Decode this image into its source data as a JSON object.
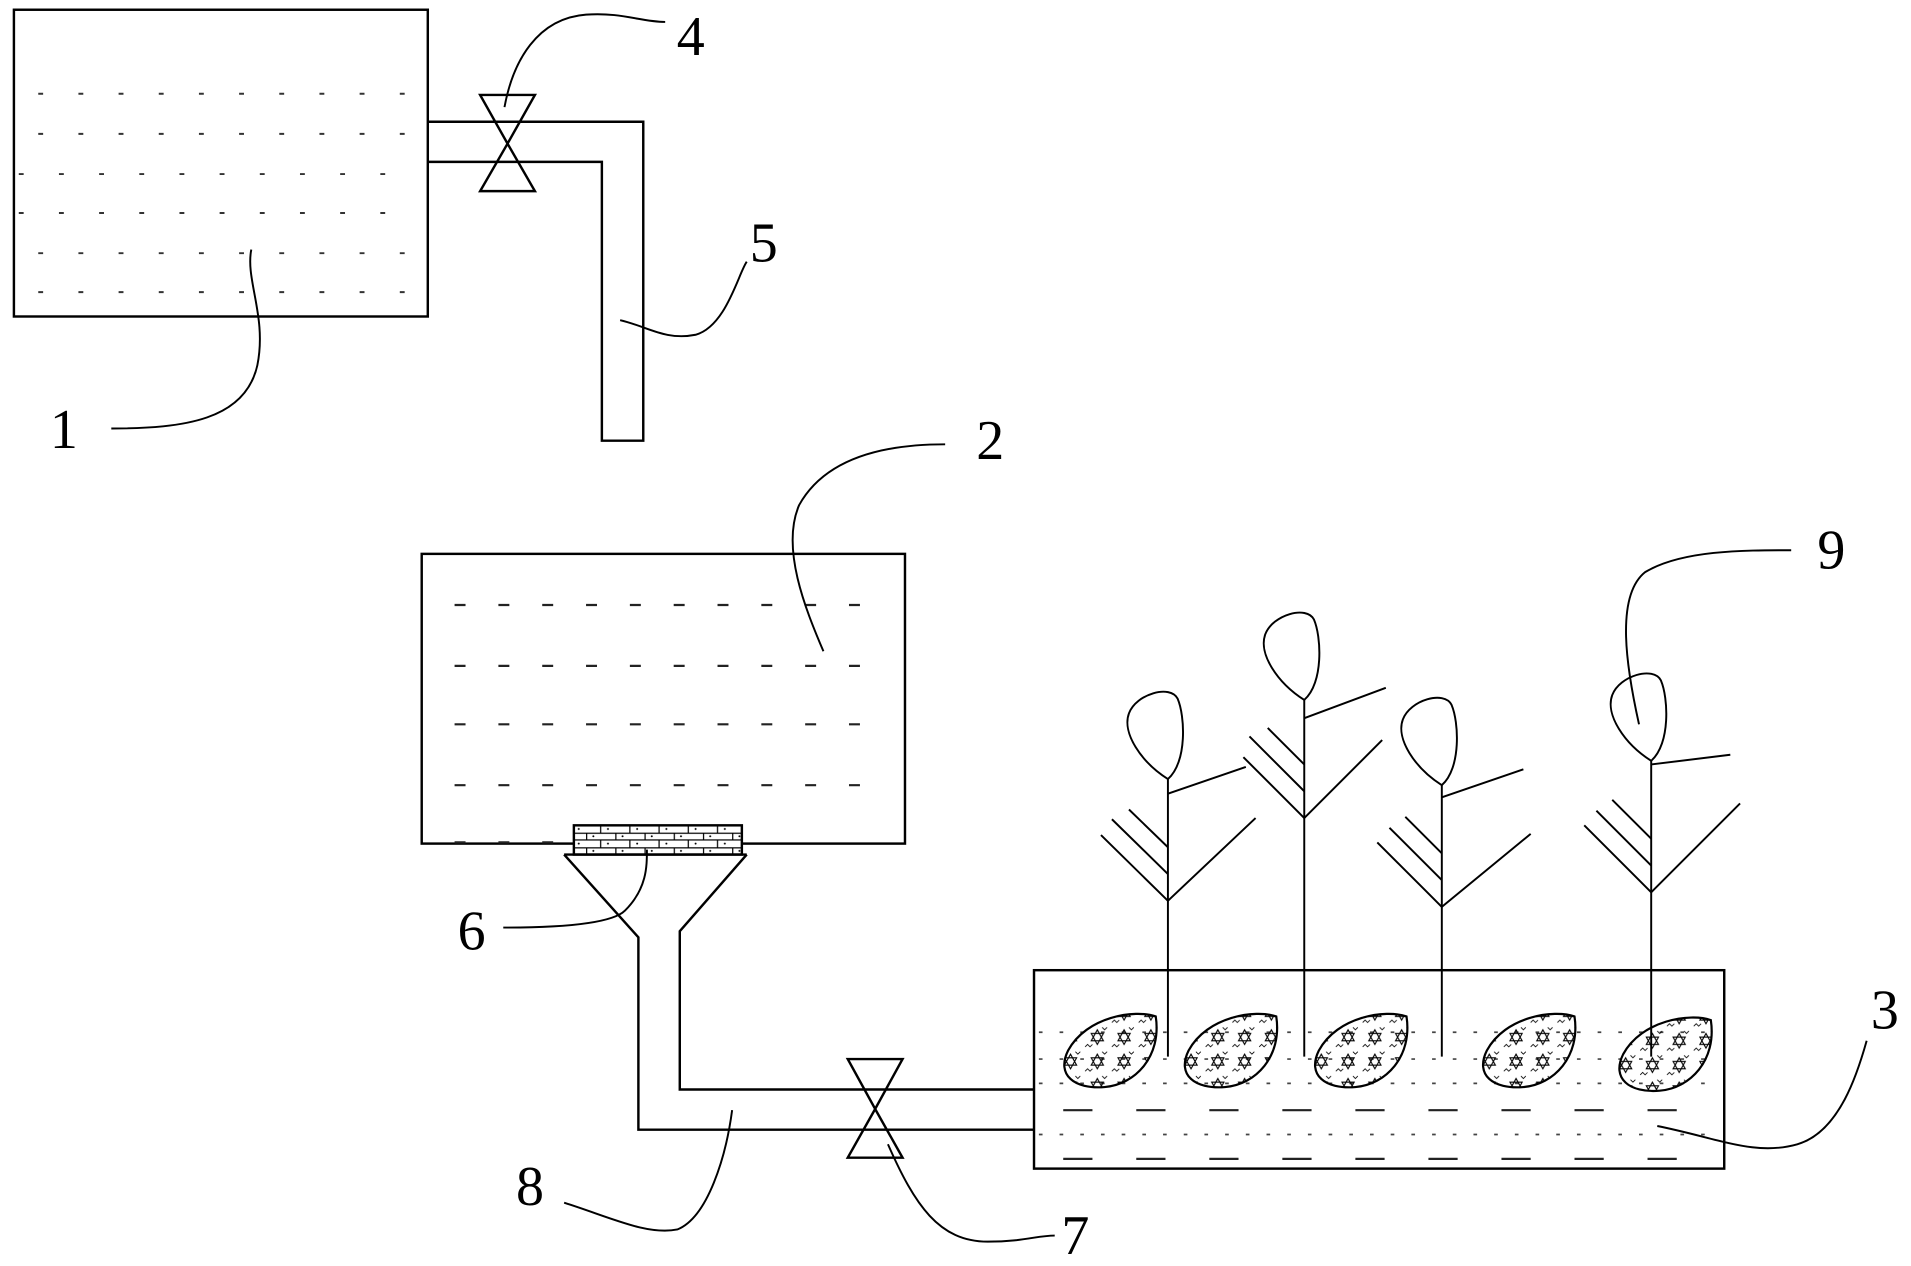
{
  "colors": {
    "stroke": "#000000",
    "background": "#ffffff"
  },
  "labels": {
    "tank_1": "1",
    "tank_2": "2",
    "tray_3": "3",
    "valve_4": "4",
    "pipe_5": "5",
    "filter_6": "6",
    "valve_7": "7",
    "pipe_8": "8",
    "plant_9": "9"
  }
}
